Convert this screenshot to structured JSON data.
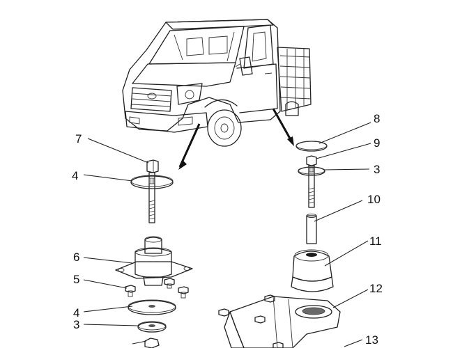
{
  "callouts": {
    "c7": "7",
    "c4a": "4",
    "c6": "6",
    "c5": "5",
    "c4b": "4",
    "c3a": "3",
    "c8": "8",
    "c9": "9",
    "c3b": "3",
    "c10": "10",
    "c11": "11",
    "c12": "12",
    "c13": "13"
  },
  "colors": {
    "metal_light": "#dcdcdc",
    "metal_mid": "#a9a9a9",
    "metal_dark": "#6e6e6e",
    "rubber": "#3a3a3a",
    "rubber_light": "#5c5c5c",
    "line": "#222222"
  }
}
